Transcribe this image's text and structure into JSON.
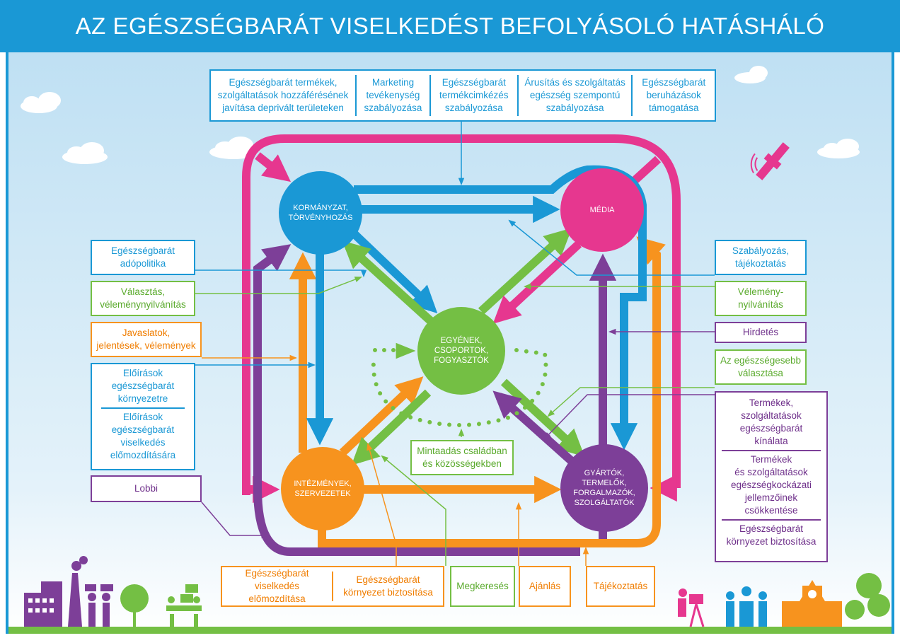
{
  "title": "AZ EGÉSZSÉGBARÁT VISELKEDÉST BEFOLYÁSOLÓ HATÁSHÁLÓ",
  "colors": {
    "blue": "#1a98d5",
    "pink": "#e6378f",
    "green": "#74bf44",
    "orange": "#f7931e",
    "purple": "#7d3f98",
    "sky": "#cfe7f5"
  },
  "nodes": {
    "government": {
      "line1": "KORMÁNYZAT,",
      "line2": "TÖRVÉNYHOZÁS"
    },
    "media": {
      "line1": "MÉDIA"
    },
    "individuals": {
      "line1": "EGYÉNEK,",
      "line2": "CSOPORTOK,",
      "line3": "FOGYASZTÓK"
    },
    "institutions": {
      "line1": "INTÉZMÉNYEK,",
      "line2": "SZERVEZETEK"
    },
    "producers": {
      "line1": "GYÁRTÓK,",
      "line2": "TERMELŐK,",
      "line3": "FORGALMAZÓK,",
      "line4": "SZOLGÁLTATÓK"
    }
  },
  "top_box": {
    "c1": [
      "Egészségbarát termékek,",
      "szolgáltatások hozzáférésének",
      "javítása deprivált területeken"
    ],
    "c2": [
      "Marketing",
      "tevékenység",
      "szabályozása"
    ],
    "c3": [
      "Egészségbarát",
      "termékcimkézés",
      "szabályozása"
    ],
    "c4": [
      "Árusítás és szolgáltatás",
      "egészség szempontú",
      "szabályozása"
    ],
    "c5": [
      "Egészségbarát",
      "beruházások",
      "támogatása"
    ]
  },
  "left_boxes": {
    "tax": [
      "Egészségbarát",
      "adópolitika"
    ],
    "election": [
      "Választás,",
      "véleménynyilvánítás"
    ],
    "proposals": [
      "Javaslatok,",
      "jelentések, vélemények"
    ],
    "rules_env": [
      "Előírások",
      "egészségbarát",
      "környezetre"
    ],
    "rules_beh": [
      "Előírások",
      "egészségbarát",
      "viselkedés",
      "előmozdítására"
    ],
    "lobby": [
      "Lobbi"
    ]
  },
  "right_boxes": {
    "regulation": [
      "Szabályozás,",
      "tájékoztatás"
    ],
    "opinion": [
      "Vélemény-",
      "nyilvánítás"
    ],
    "ads": [
      "Hirdetés"
    ],
    "healthier": [
      "Az egészségesebb",
      "választása"
    ],
    "offer": [
      "Termékek,",
      "szolgáltatások",
      "egészségbarát",
      "kínálata"
    ],
    "risk": [
      "Termékek",
      "és szolgáltatások",
      "egészségkockázati",
      "jellemzőinek",
      "csökkentése"
    ],
    "env": [
      "Egészségbarát",
      "környezet biztosítása"
    ]
  },
  "center_box": [
    "Mintaadás családban",
    "és közösségekben"
  ],
  "bottom_boxes": {
    "beh": [
      "Egészségbarát",
      "viselkedés előmozdítása"
    ],
    "env": [
      "Egészségbarát",
      "környezet biztosítása"
    ],
    "inquiry": [
      "Megkeresés"
    ],
    "recommend": [
      "Ajánlás"
    ],
    "inform": [
      "Tájékoztatás"
    ]
  }
}
